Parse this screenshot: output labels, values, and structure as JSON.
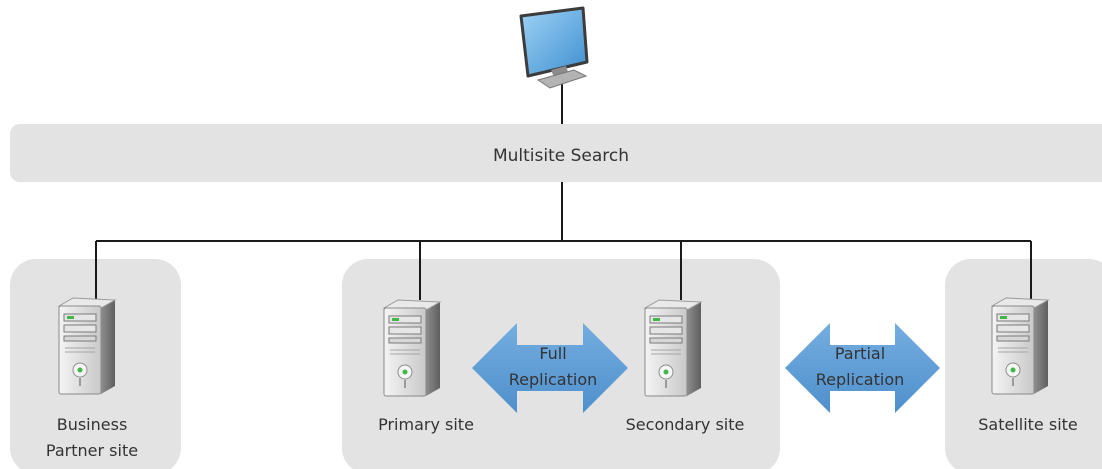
{
  "search_bar": {
    "label": "Multisite Search"
  },
  "sites": {
    "business_partner": {
      "label_line1": "Business",
      "label_line2": "Partner site"
    },
    "primary": {
      "label": "Primary site"
    },
    "secondary": {
      "label": "Secondary site"
    },
    "satellite": {
      "label": "Satellite site"
    }
  },
  "arrows": {
    "full": {
      "line1": "Full",
      "line2": "Replication"
    },
    "partial": {
      "line1": "Partial",
      "line2": "Replication"
    }
  },
  "colors": {
    "panel": "#e3e3e3",
    "arrow": "#5b9bd5",
    "line": "#1a1a1a",
    "monitor_screen": "#6fb3e8"
  }
}
